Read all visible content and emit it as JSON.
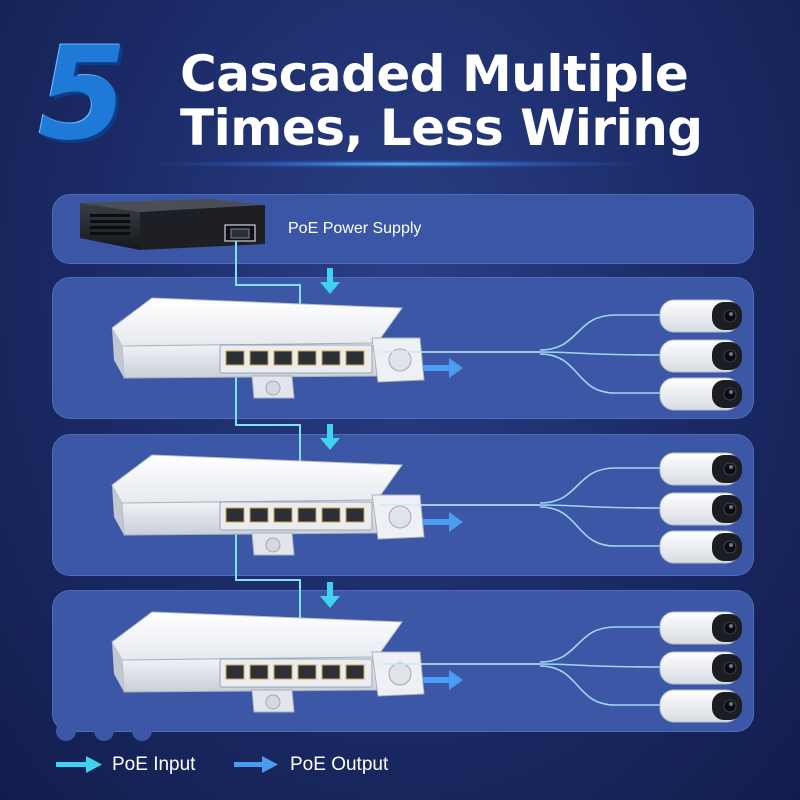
{
  "header": {
    "number": "5",
    "title_line1": "Cascaded Multiple",
    "title_line2": "Times, Less Wiring"
  },
  "supply": {
    "label": "PoE Power Supply"
  },
  "legend": {
    "input_label": "PoE Input",
    "output_label": "PoE Output",
    "input_color": "#3fd3f0",
    "output_color": "#4a9cf0"
  },
  "colors": {
    "background": "#1b2a66",
    "panel": "#3b57a6",
    "number": "#1f79d6",
    "cable": "#7fe3f5"
  },
  "icons": [
    "poe-power-supply-icon",
    "poe-switch-icon",
    "security-camera-icon",
    "arrow-down-icon",
    "arrow-right-icon"
  ]
}
